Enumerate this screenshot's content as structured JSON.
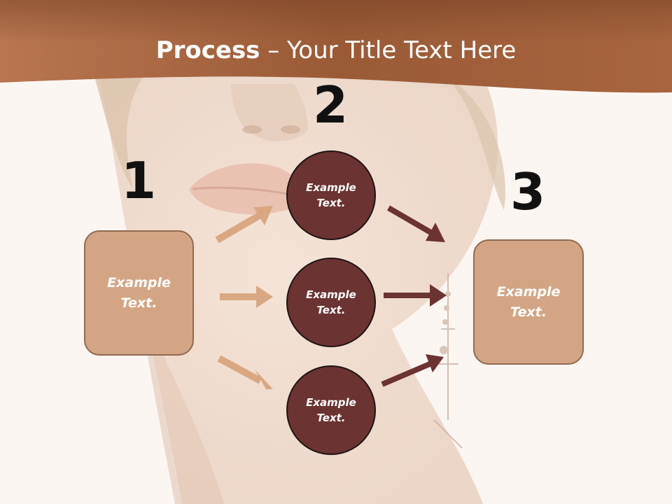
{
  "slide": {
    "title_bold": "Process",
    "title_rest": " – Your Title Text Here"
  },
  "steps": {
    "one": {
      "number": "1",
      "text": "Example\nText."
    },
    "two": {
      "number": "2"
    },
    "three": {
      "number": "3",
      "text": "Example\nText."
    }
  },
  "circles": [
    {
      "text": "Example\nText."
    },
    {
      "text": "Example\nText."
    },
    {
      "text": "Example\nText."
    }
  ],
  "colors": {
    "header": "#a8653f",
    "box_fill": "#d4a584",
    "circle_fill": "#6b3332",
    "arrow_light": "#d9a883",
    "arrow_dark": "#6b3332"
  }
}
